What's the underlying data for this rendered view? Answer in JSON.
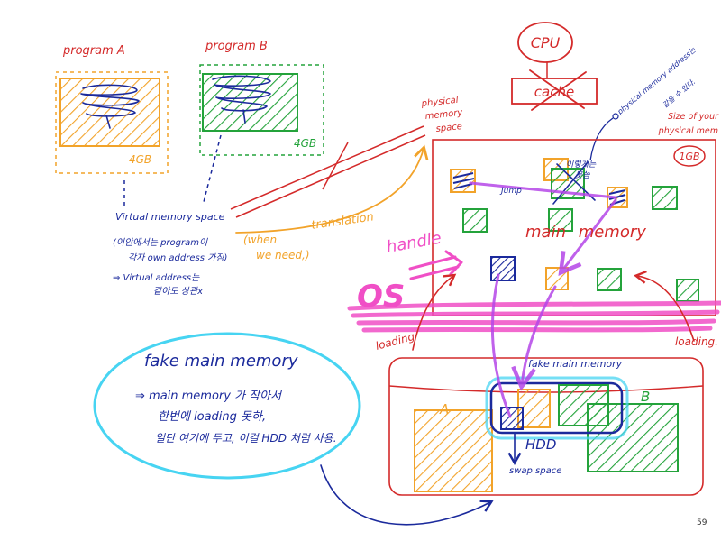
{
  "colors": {
    "red": "#d42a2a",
    "blue": "#1b2a9c",
    "orange": "#f2a32a",
    "green": "#24a33b",
    "pink": "#f04fc6",
    "purple": "#b546e8",
    "cyan": "#47d4f2"
  },
  "program_a": {
    "label": "program A",
    "size": "4GB"
  },
  "program_b": {
    "label": "program B",
    "size": "4GB"
  },
  "virtual_memory": {
    "title": "Virtual memory space",
    "note_line1": "(이안에서는 program이",
    "note_line2": "각자 own address 가짐)",
    "note_line3": "⇒ Virtual address는",
    "note_line4": "같아도 상관x"
  },
  "translation": {
    "line1": "(when",
    "line2": "we need,)",
    "label": "translation"
  },
  "cpu": {
    "label": "CPU",
    "cache_label": "cache",
    "cache_crossed_out": true
  },
  "physical_memory": {
    "label_line1": "physical",
    "label_line2": "memory",
    "label_line3": "space",
    "address_note_line1": "physical memory address는",
    "address_note_line2": "같을 수 있다.",
    "size_label_line1": "Size of your",
    "size_label_line2": "physical mem",
    "size_value": "1GB",
    "unusable_note_line1": "이렇게는",
    "unusable_note_line2": "못씀",
    "jump_label": "Jump",
    "title": "main memory"
  },
  "os": {
    "handle_label": "handle",
    "label": "OS"
  },
  "loading": {
    "left": "loading",
    "right": "loading."
  },
  "disk": {
    "title": "fake main memory",
    "program_a_label": "A",
    "program_b_label": "B",
    "hdd_label": "HDD",
    "swap_label": "swap space"
  },
  "fake_main_memory_note": {
    "title": "fake main memory",
    "line1": "⇒ main memory 가 작아서",
    "line2": "한번에 loading 못하,",
    "line3": "일단 여기에 두고, 이걸 HDD 처럼 사용."
  },
  "page_number": "59"
}
